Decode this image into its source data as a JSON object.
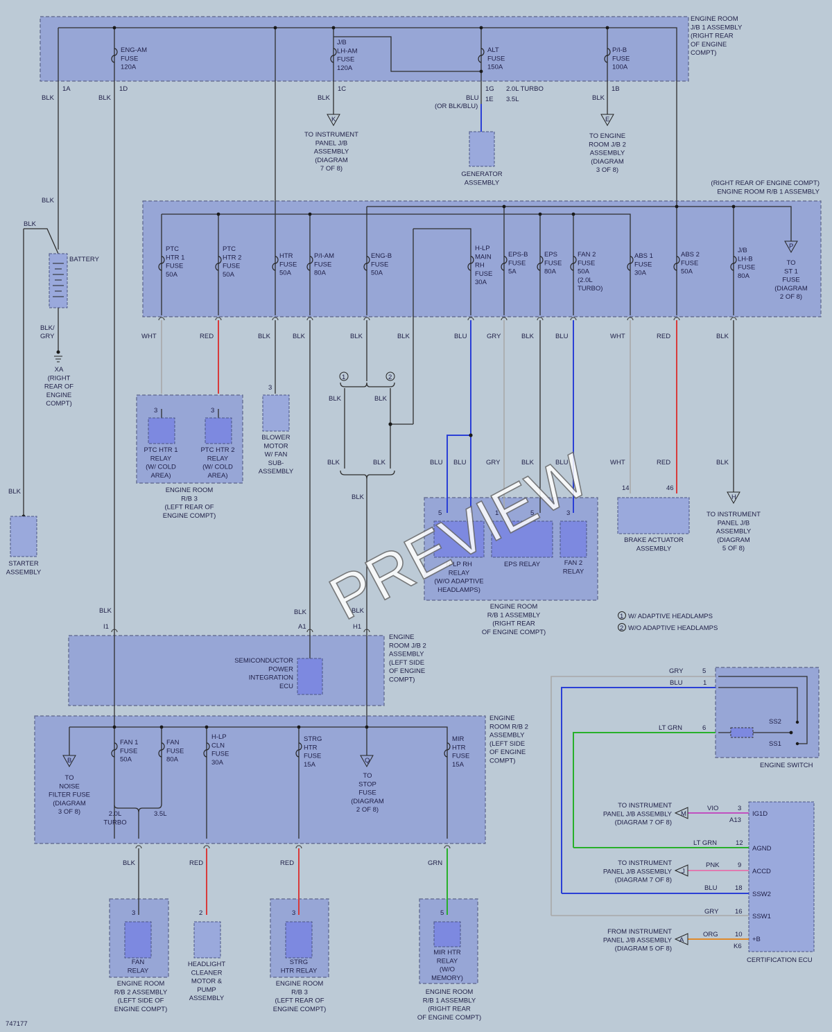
{
  "diagram_id": "747177",
  "watermark": "PREVIEW",
  "boxes": {
    "engine_room_jb1": [
      "ENGINE ROOM",
      "J/B 1 ASSEMBLY",
      "(RIGHT REAR",
      "OF ENGINE",
      "COMPT)"
    ],
    "engine_room_rb1_top": [
      "(RIGHT REAR OF ENGINE COMPT)",
      "ENGINE ROOM R/B 1 ASSEMBLY"
    ],
    "engine_room_rb3_left": [
      "ENGINE ROOM",
      "R/B 3",
      "(LEFT REAR OF",
      "ENGINE COMPT)"
    ],
    "engine_room_rb1_mid": [
      "ENGINE ROOM",
      "R/B 1 ASSEMBLY",
      "(RIGHT REAR",
      "OF ENGINE COMPT)"
    ],
    "engine_room_jb2": [
      "ENGINE",
      "ROOM J/B 2",
      "ASSEMBLY",
      "(LEFT SIDE",
      "OF ENGINE",
      "COMPT)"
    ],
    "engine_room_rb2": [
      "ENGINE",
      "ROOM R/B 2",
      "ASSEMBLY",
      "(LEFT SIDE",
      "OF ENGINE",
      "COMPT)"
    ],
    "engine_room_rb2_bottom": [
      "ENGINE ROOM",
      "R/B 2 ASSEMBLY",
      "(LEFT SIDE OF",
      "ENGINE COMPT)"
    ],
    "engine_room_rb3_bottom": [
      "ENGINE ROOM",
      "R/B 3",
      "(LEFT REAR OF",
      "ENGINE COMPT)"
    ],
    "engine_room_rb1_bottom": [
      "ENGINE ROOM",
      "R/B 1 ASSEMBLY",
      "(RIGHT REAR",
      "OF ENGINE COMPT)"
    ]
  },
  "fuses_jb1": {
    "eng_am": [
      "ENG-AM",
      "FUSE",
      "120A"
    ],
    "jb_lh_am": [
      "J/B",
      "LH-AM",
      "FUSE",
      "120A"
    ],
    "alt": [
      "ALT",
      "FUSE",
      "150A"
    ],
    "pib": [
      "P/I-B",
      "FUSE",
      "100A"
    ]
  },
  "connectors_jb1": {
    "c1a": "1A",
    "c1d": "1D",
    "c1c": "1C",
    "c1g": "1G",
    "c1g_note": "2.0L TURBO",
    "c1e": "1E",
    "c1e_note": "3.5L",
    "c1b": "1B"
  },
  "wire_colors": {
    "blk": "BLK",
    "blu": "BLU",
    "blu_alt": "(OR BLK/BLU)",
    "blk_gry": [
      "BLK/",
      "GRY"
    ],
    "wht": "WHT",
    "red": "RED",
    "gry": "GRY",
    "grn": "GRN",
    "lt_grn": "LT GRN",
    "vio": "VIO",
    "pnk": "PNK",
    "org": "ORG"
  },
  "refs_top": {
    "k": {
      "letter": "K",
      "lines": [
        "TO INSTRUMENT",
        "PANEL J/B",
        "ASSEMBLY",
        "(DIAGRAM",
        "7 OF 8)"
      ]
    },
    "e": {
      "letter": "E",
      "lines": [
        "TO ENGINE",
        "ROOM J/B 2",
        "ASSEMBLY",
        "(DIAGRAM",
        "3 OF 8)"
      ]
    },
    "p": {
      "letter": "P",
      "lines": [
        "TO",
        "ST 1",
        "FUSE",
        "(DIAGRAM",
        "2 OF 8)"
      ]
    },
    "h": {
      "letter": "H",
      "lines": [
        "TO INSTRUMENT",
        "PANEL J/B",
        "ASSEMBLY",
        "(DIAGRAM",
        "5 OF 8)"
      ]
    },
    "b": {
      "letter": "B",
      "lines": [
        "TO",
        "NOISE",
        "FILTER FUSE",
        "(DIAGRAM",
        "3 OF 8)"
      ]
    },
    "q": {
      "letter": "Q",
      "lines": [
        "TO",
        "STOP",
        "FUSE",
        "(DIAGRAM",
        "2 OF 8)"
      ]
    }
  },
  "components": {
    "generator": [
      "GENERATOR",
      "ASSEMBLY"
    ],
    "battery": "BATTERY",
    "ground": [
      "XA",
      "(RIGHT",
      "REAR OF",
      "ENGINE",
      "COMPT)"
    ],
    "starter": [
      "STARTER",
      "ASSEMBLY"
    ],
    "ptc1_relay": [
      "PTC HTR 1",
      "RELAY",
      "(W/ COLD",
      "AREA)"
    ],
    "ptc2_relay": [
      "PTC HTR 2",
      "RELAY",
      "(W/ COLD",
      "AREA)"
    ],
    "blower": [
      "BLOWER",
      "MOTOR",
      "W/ FAN",
      "SUB-",
      "ASSEMBLY"
    ],
    "hlp_relay": [
      "H-LP RH",
      "RELAY",
      "(W/O ADAPTIVE",
      "HEADLAMPS)"
    ],
    "eps_relay": "EPS RELAY",
    "fan2_relay": [
      "FAN 2",
      "RELAY"
    ],
    "brake_actuator": [
      "BRAKE ACTUATOR",
      "ASSEMBLY"
    ],
    "spi_ecu": [
      "SEMICONDUCTOR",
      "POWER",
      "INTEGRATION",
      "ECU"
    ],
    "fan_relay": [
      "FAN",
      "RELAY"
    ],
    "headlight_cleaner": [
      "HEADLIGHT",
      "CLEANER",
      "MOTOR &",
      "PUMP",
      "ASSEMBLY"
    ],
    "strg_relay": [
      "STRG",
      "HTR RELAY"
    ],
    "mir_relay": [
      "MIR HTR",
      "RELAY",
      "(W/O",
      "MEMORY)"
    ],
    "engine_switch": "ENGINE SWITCH",
    "cert_ecu": "CERTIFICATION ECU"
  },
  "fuses_rb1": {
    "ptc1": [
      "PTC",
      "HTR 1",
      "FUSE",
      "50A"
    ],
    "ptc2": [
      "PTC",
      "HTR 2",
      "FUSE",
      "50A"
    ],
    "htr": [
      "HTR",
      "FUSE",
      "50A"
    ],
    "piam": [
      "P/I-AM",
      "FUSE",
      "80A"
    ],
    "engb": [
      "ENG-B",
      "FUSE",
      "50A"
    ],
    "hlp": [
      "H-LP",
      "MAIN",
      "RH",
      "FUSE",
      "30A"
    ],
    "epsb": [
      "EPS-B",
      "FUSE",
      "5A"
    ],
    "eps": [
      "EPS",
      "FUSE",
      "80A"
    ],
    "fan2": [
      "FAN 2",
      "FUSE",
      "50A",
      "(2.0L",
      "TURBO)"
    ],
    "abs1": [
      "ABS 1",
      "FUSE",
      "30A"
    ],
    "abs2": [
      "ABS 2",
      "FUSE",
      "50A"
    ],
    "jblhb": [
      "J/B",
      "LH-B",
      "FUSE",
      "80A"
    ]
  },
  "fuses_rb2": {
    "fan1": [
      "FAN 1",
      "FUSE",
      "50A"
    ],
    "fan": [
      "FAN",
      "FUSE",
      "80A"
    ],
    "hlpcln": [
      "H-LP",
      "CLN",
      "FUSE",
      "30A"
    ],
    "strg": [
      "STRG",
      "HTR",
      "FUSE",
      "15A"
    ],
    "mir": [
      "MIR",
      "HTR",
      "FUSE",
      "15A"
    ]
  },
  "rb2_notes": {
    "turbo": [
      "2.0L",
      "TURBO"
    ],
    "v6": "3.5L"
  },
  "pins": {
    "p3": "3",
    "p2": "2",
    "p5": "5",
    "p1": "1",
    "p14": "14",
    "p46": "46",
    "p6": "6",
    "p9": "9",
    "p10": "10",
    "p12": "12",
    "p16": "16",
    "p18": "18",
    "i1": "I1",
    "a1": "A1",
    "h1": "H1",
    "a13": "A13",
    "k6": "K6"
  },
  "variants": {
    "n1": "1",
    "n2": "2"
  },
  "legend": [
    "W/ ADAPTIVE HEADLAMPS",
    "W/O ADAPTIVE HEADLAMPS"
  ],
  "engine_switch_pins": {
    "ss2": "SS2",
    "ss1": "SS1"
  },
  "cert_ecu_pins": {
    "ig1d": "IG1D",
    "agnd": "AGND",
    "accd": "ACCD",
    "ssw2": "SSW2",
    "ssw1": "SSW1",
    "plusb": "+B"
  },
  "cert_refs": {
    "m": {
      "letter": "M",
      "lines": [
        "TO INSTRUMENT",
        "PANEL J/B ASSEMBLY",
        "(DIAGRAM 7 OF 8)"
      ]
    },
    "j": {
      "letter": "J",
      "lines": [
        "TO INSTRUMENT",
        "PANEL J/B ASSEMBLY",
        "(DIAGRAM 7 OF 8)"
      ]
    },
    "a": {
      "letter": "A",
      "lines": [
        "FROM INSTRUMENT",
        "PANEL J/B ASSEMBLY",
        "(DIAGRAM 5 OF 8)"
      ]
    }
  }
}
